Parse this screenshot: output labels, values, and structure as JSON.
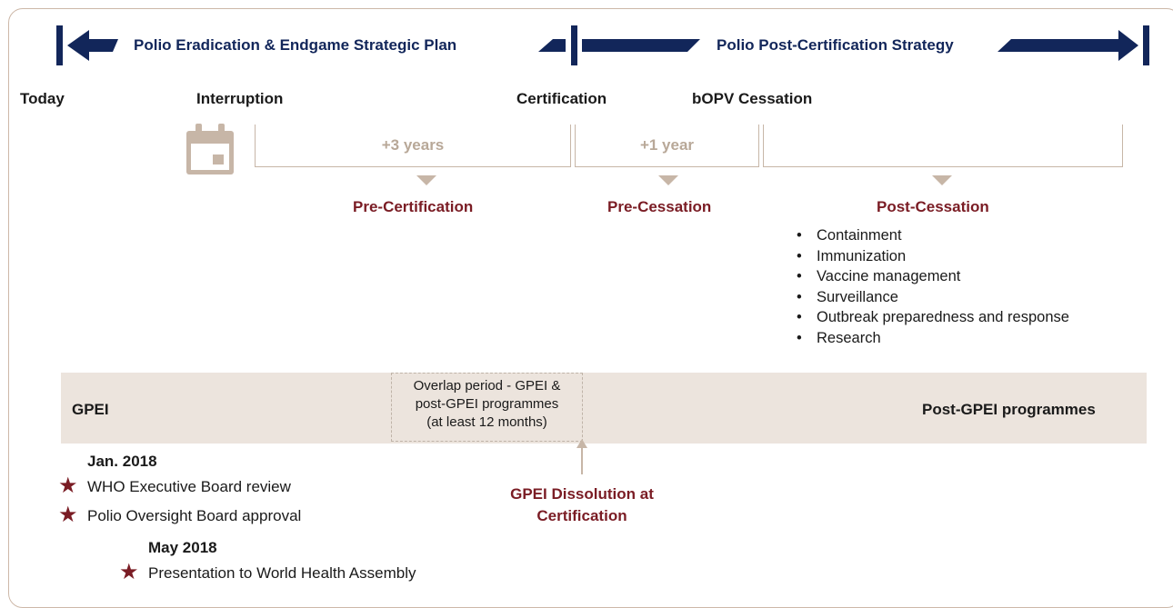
{
  "strategies": {
    "left": "Polio Eradication & Endgame Strategic Plan",
    "right": "Polio Post-Certification Strategy"
  },
  "milestones": {
    "today": "Today",
    "interruption": "Interruption",
    "certification": "Certification",
    "cessation": "bOPV Cessation"
  },
  "durations": {
    "pre_certification": "+3 years",
    "pre_cessation": "+1 year",
    "post_cessation": ""
  },
  "phases": {
    "pre_certification": "Pre-Certification",
    "pre_cessation": "Pre-Cessation",
    "post_cessation": "Post-Cessation"
  },
  "post_cessation_items": [
    "Containment",
    "Immunization",
    "Vaccine management",
    "Surveillance",
    "Outbreak preparedness and response",
    "Research"
  ],
  "band": {
    "left_label": "GPEI",
    "right_label": "Post-GPEI programmes",
    "overlap_line1": "Overlap period - GPEI &",
    "overlap_line2": "post-GPEI programmes",
    "overlap_line3": "(at least 12 months)"
  },
  "dissolution": {
    "line1": "GPEI Dissolution at",
    "line2": "Certification"
  },
  "review": {
    "date1": "Jan. 2018",
    "item1": "WHO Executive Board review",
    "item2": "Polio Oversight Board approval",
    "date2": "May 2018",
    "item3": "Presentation to World Health Assembly"
  },
  "colors": {
    "navy": "#12265a",
    "maroon": "#7a1c24",
    "tan": "#c7b6a7",
    "band": "#ece4dd"
  },
  "icons": {
    "calendar": "calendar-icon",
    "star": "star-icon",
    "arrow": "arrow-icon"
  }
}
